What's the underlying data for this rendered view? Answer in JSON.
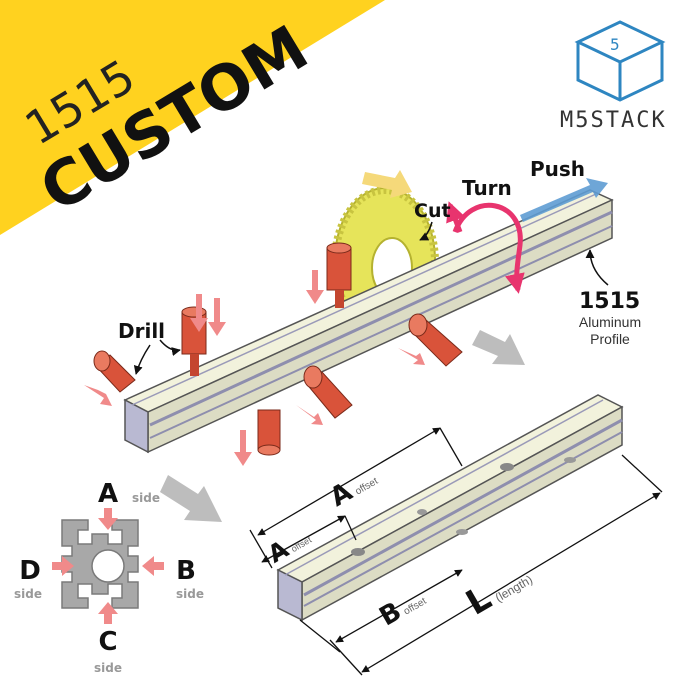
{
  "banner": {
    "number": "1515",
    "word": "CUSTOM",
    "color": "#FFD21F"
  },
  "brand": {
    "name": "M5STACK",
    "logo_icon": "m5stack-cube-icon",
    "color": "#2E86C1"
  },
  "operations": {
    "push": "Push",
    "turn": "Turn",
    "cut": "Cut",
    "drill": "Drill"
  },
  "profile": {
    "size": "1515",
    "line1": "Aluminum",
    "line2": "Profile"
  },
  "dimensions": {
    "a_letter": "A",
    "a_sub": "offset",
    "b_letter": "B",
    "b_sub": "offset",
    "l_letter": "L",
    "l_sub": "(length)"
  },
  "sides": {
    "a": {
      "letter": "A",
      "word": "side"
    },
    "b": {
      "letter": "B",
      "word": "side"
    },
    "c": {
      "letter": "C",
      "word": "side"
    },
    "d": {
      "letter": "D",
      "word": "side"
    }
  },
  "colors": {
    "accent_pink": "#E8346E",
    "arrow_salmon": "#F08A8A",
    "arrow_gray": "#BDBDBD",
    "drill_red": "#D9533A",
    "blade_yellow": "#E6E45A",
    "rail": "#ECECD0",
    "rail_shadow": "#8E8EAE"
  }
}
